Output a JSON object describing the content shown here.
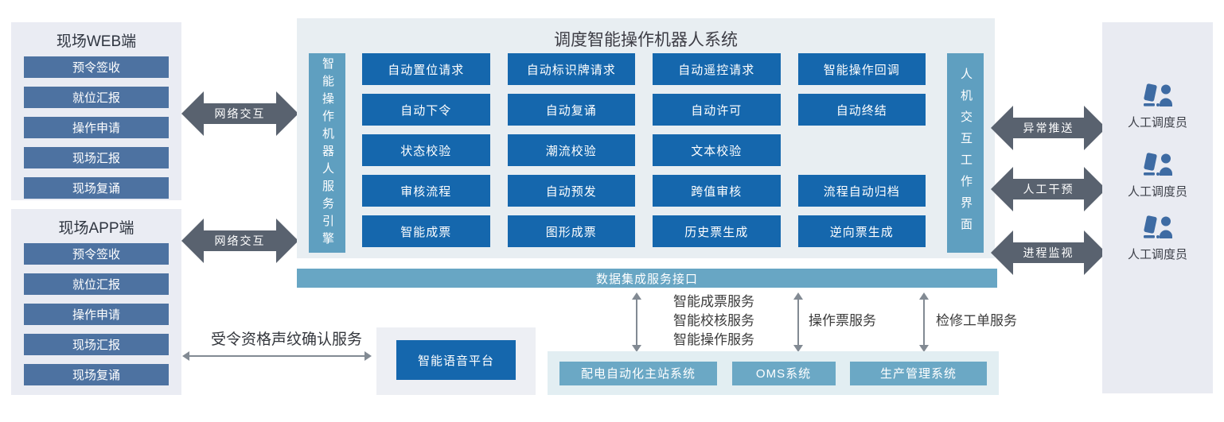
{
  "center": {
    "title": "调度智能操作机器人系统",
    "engine_bar": "智能操作机器人服务引擎",
    "hmi_bar": "人机交互工作界面"
  },
  "modules": [
    [
      "自动置位请求",
      "自动标识牌请求",
      "自动遥控请求",
      "智能操作回调"
    ],
    [
      "自动下令",
      "自动复诵",
      "自动许可",
      "自动终结"
    ],
    [
      "状态校验",
      "潮流校验",
      "文本校验"
    ],
    [
      "审核流程",
      "自动预发",
      "跨值审核",
      "流程自动归档"
    ],
    [
      "智能成票",
      "图形成票",
      "历史票生成",
      "逆向票生成"
    ]
  ],
  "left_panels": [
    {
      "title": "现场WEB端",
      "items": [
        "预令签收",
        "就位汇报",
        "操作申请",
        "现场汇报",
        "现场复诵"
      ]
    },
    {
      "title": "现场APP端",
      "items": [
        "预令签收",
        "就位汇报",
        "操作申请",
        "现场汇报",
        "现场复诵"
      ]
    }
  ],
  "network_arrows": [
    "网络交互",
    "网络交互"
  ],
  "data_bus": "数据集成服务接口",
  "right_arrows": [
    "异常推送",
    "人工干预",
    "进程监视"
  ],
  "dispatchers": [
    "人工调度员",
    "人工调度员",
    "人工调度员"
  ],
  "integration_services": [
    {
      "lines": [
        "智能成票服务",
        "智能校核服务",
        "智能操作服务"
      ]
    },
    {
      "lines": [
        "操作票服务"
      ]
    },
    {
      "lines": [
        "检修工单服务"
      ]
    }
  ],
  "bottom_systems": [
    "配电自动化主站系统",
    "OMS系统",
    "生产管理系统"
  ],
  "voice": {
    "label": "受令资格声纹确认服务",
    "platform": "智能语音平台"
  },
  "colors": {
    "module_blue": "#1567ad",
    "side_item_blue": "#4d72a1",
    "teal_bar": "#5f9fc0",
    "data_bus_teal": "#68a6c4",
    "bottom_box_teal": "#6ba8c5",
    "fat_arrow_gray": "#59626f",
    "thin_arrow_gray": "#828a93",
    "panel_bg": "#eaecf3",
    "center_bg": "#e8eef2",
    "icon_blue": "#3e6ba3"
  }
}
